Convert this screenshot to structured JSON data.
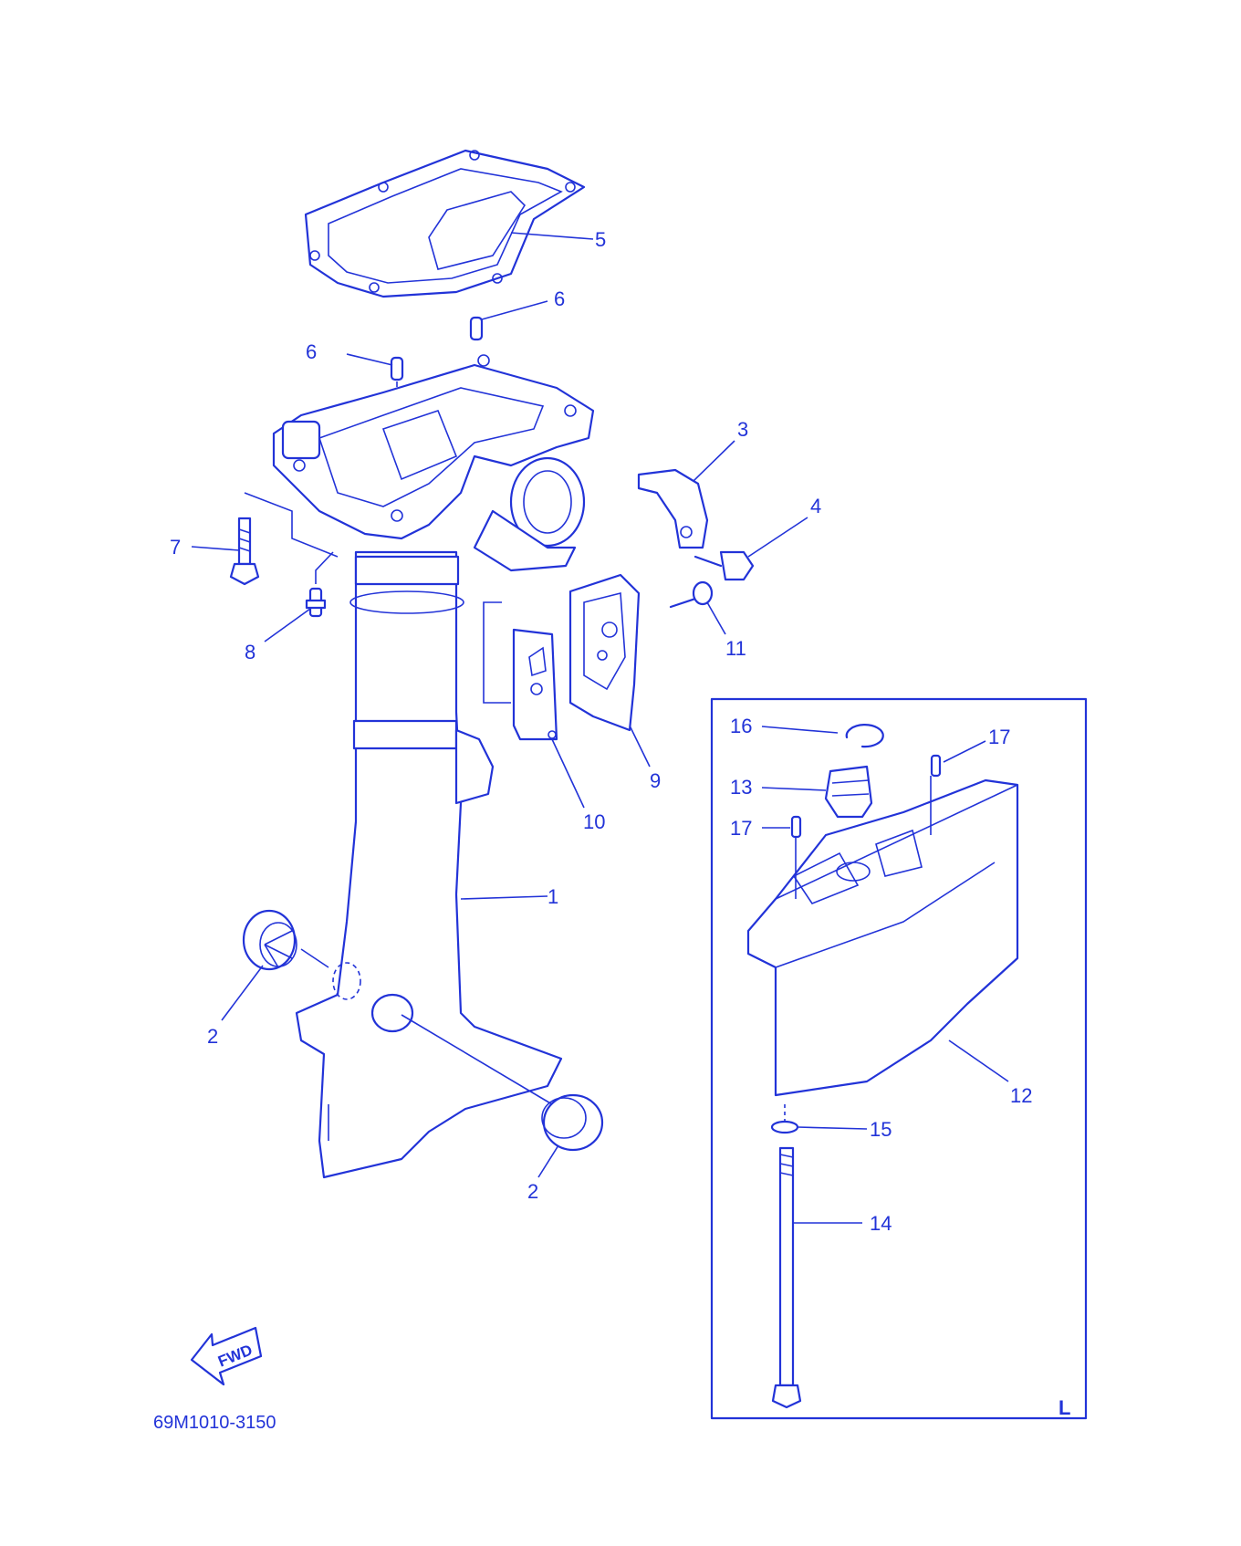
{
  "diagram_code": "69M1010-3150",
  "direction_label": "FWD",
  "inset_letter": "L",
  "colors": {
    "line": "#2233d8",
    "background": "#ffffff"
  },
  "callouts": [
    {
      "id": "c1",
      "text": "1"
    },
    {
      "id": "c2a",
      "text": "2"
    },
    {
      "id": "c2b",
      "text": "2"
    },
    {
      "id": "c3",
      "text": "3"
    },
    {
      "id": "c4",
      "text": "4"
    },
    {
      "id": "c5",
      "text": "5"
    },
    {
      "id": "c6a",
      "text": "6"
    },
    {
      "id": "c6b",
      "text": "6"
    },
    {
      "id": "c7",
      "text": "7"
    },
    {
      "id": "c8",
      "text": "8"
    },
    {
      "id": "c9",
      "text": "9"
    },
    {
      "id": "c10",
      "text": "10"
    },
    {
      "id": "c11",
      "text": "11"
    },
    {
      "id": "c12",
      "text": "12"
    },
    {
      "id": "c13",
      "text": "13"
    },
    {
      "id": "c14",
      "text": "14"
    },
    {
      "id": "c15",
      "text": "15"
    },
    {
      "id": "c16",
      "text": "16"
    },
    {
      "id": "c17a",
      "text": "17"
    },
    {
      "id": "c17b",
      "text": "17"
    }
  ]
}
